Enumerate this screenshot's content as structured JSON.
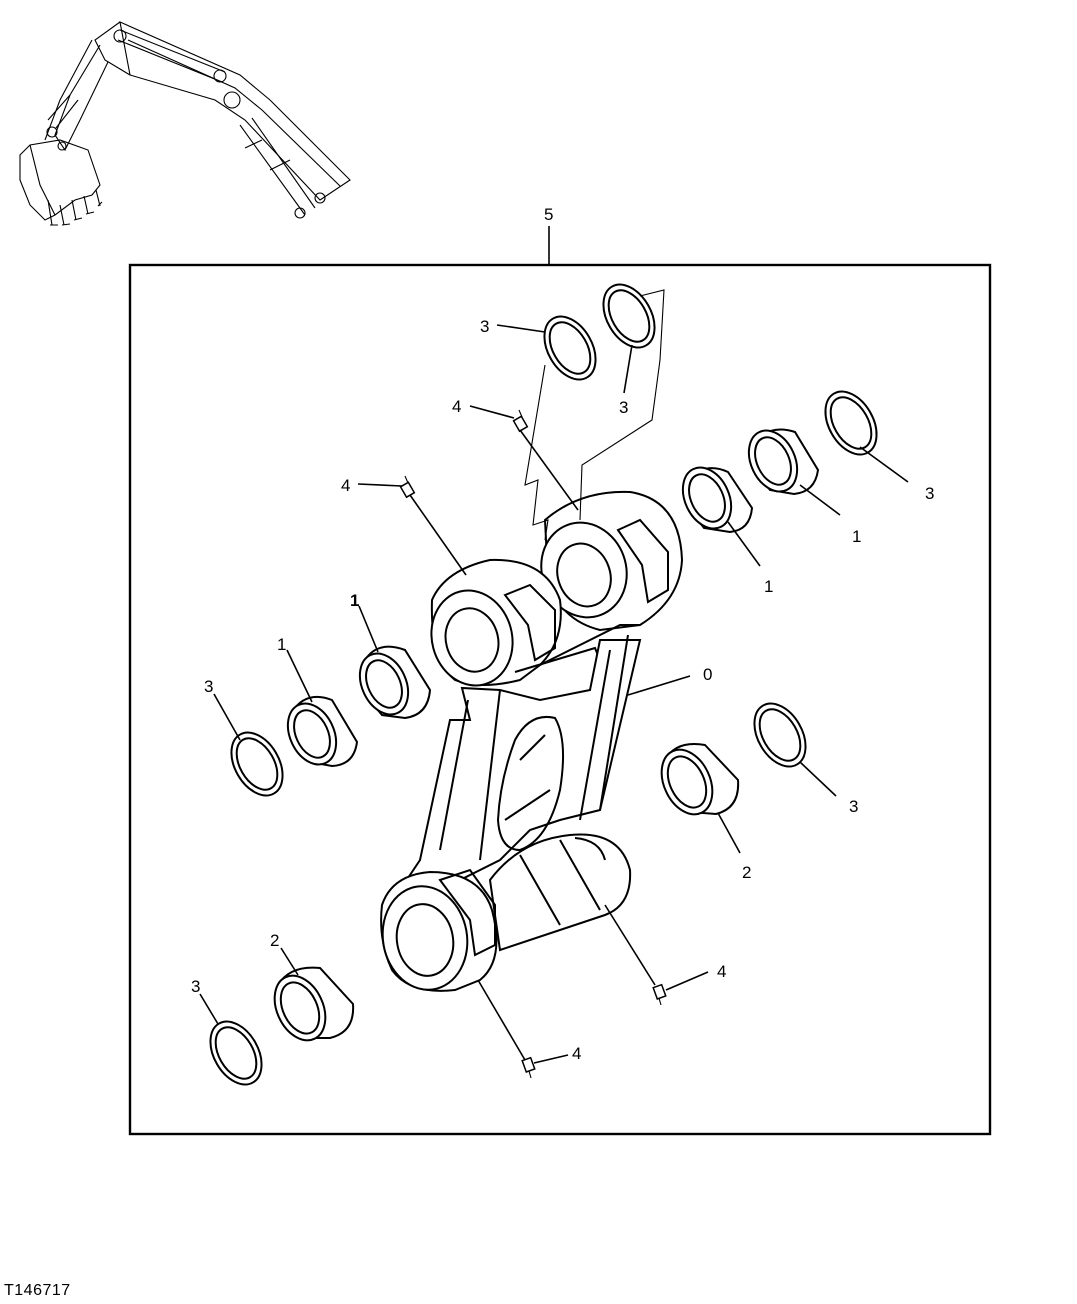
{
  "figure_id": "T146717",
  "assembly_callout": "5",
  "callouts": {
    "link": "0",
    "bushing_a": "1",
    "bushing_b": "1",
    "bushing_c": "1",
    "bushing_d": "1",
    "bushing_e": "2",
    "bushing_f": "2",
    "seal_a": "3",
    "seal_b": "3",
    "seal_c": "3",
    "seal_d": "3",
    "seal_e": "3",
    "seal_f": "3",
    "fitting_a": "4",
    "fitting_b": "4",
    "fitting_c": "4",
    "fitting_d": "4"
  }
}
